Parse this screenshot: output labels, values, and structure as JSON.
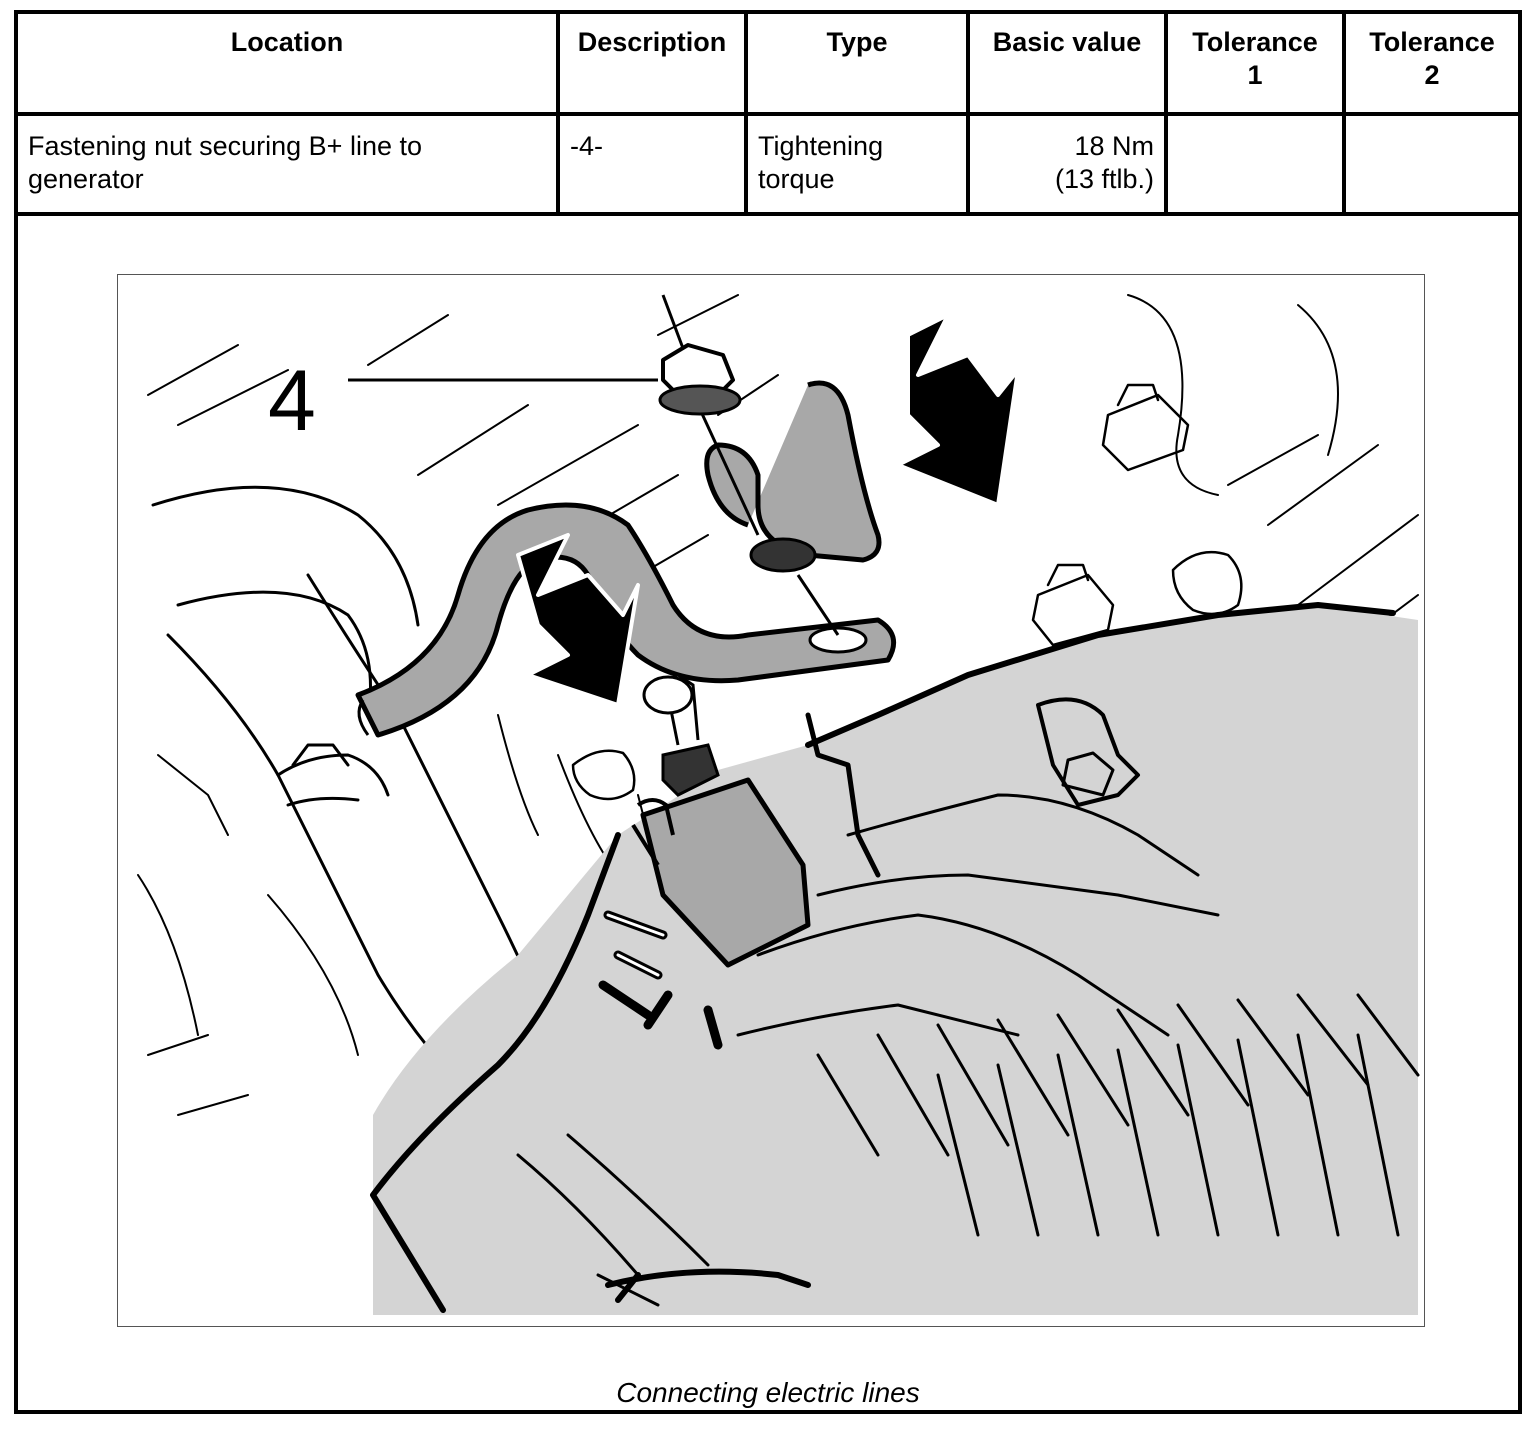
{
  "table": {
    "headers": [
      "Location",
      "Description",
      "Type",
      "Basic value",
      "Tolerance 1",
      "Tolerance 2"
    ],
    "header_lines": {
      "tolerance1": [
        "Tolerance",
        "1"
      ],
      "tolerance2": [
        "Tolerance",
        "2"
      ]
    },
    "rows": [
      {
        "location": [
          "Fastening nut securing B+ line to",
          "generator"
        ],
        "description": "-4-",
        "type": [
          "Tightening",
          "torque"
        ],
        "basic_value": [
          "18 Nm",
          "(13 ftlb.)"
        ],
        "tolerance1": "",
        "tolerance2": ""
      }
    ]
  },
  "figure": {
    "callout_label": "4",
    "caption": "Connecting electric lines",
    "colors": {
      "shade": "#d4d4d4",
      "cable": "#a8a8a8",
      "ink": "#000000"
    }
  }
}
